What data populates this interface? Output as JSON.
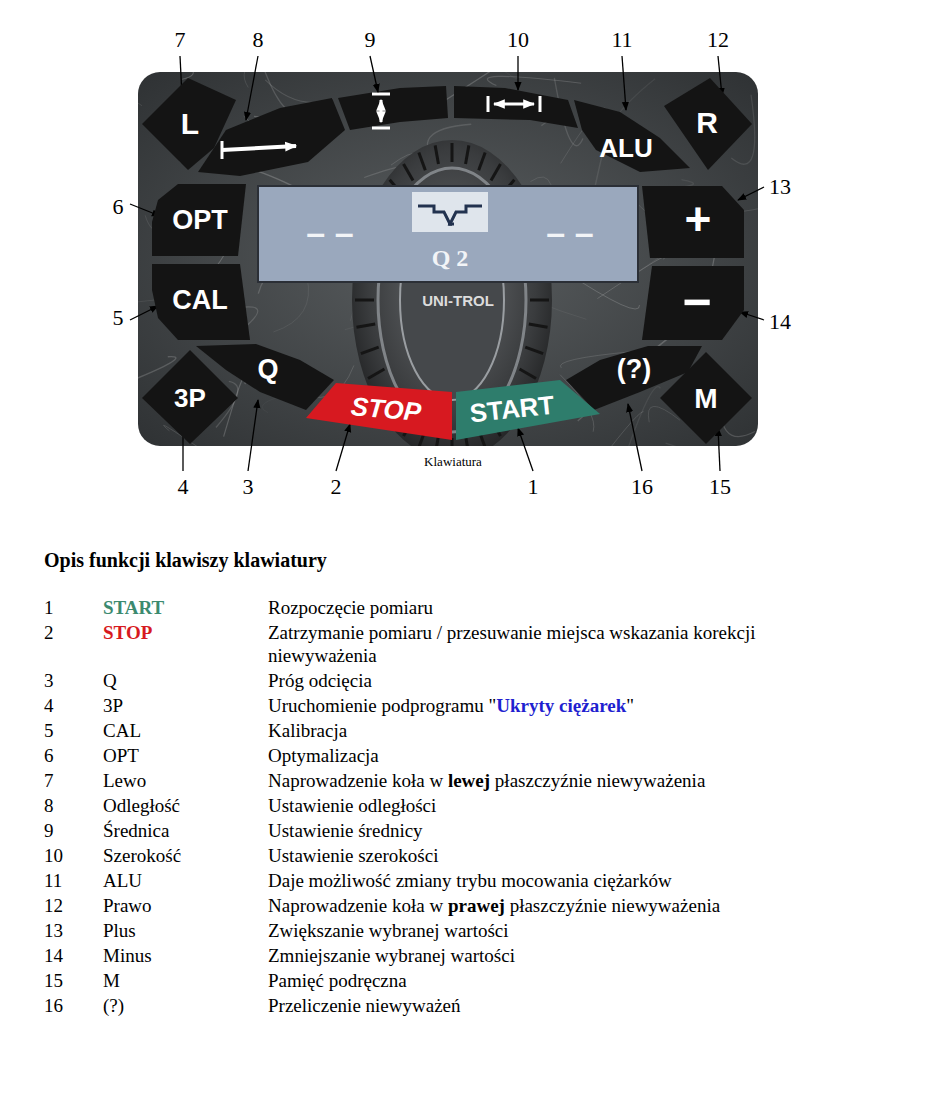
{
  "diagram": {
    "title": "Opis funkcji klawiszy klawiatury",
    "caption": "Klawiatura",
    "nodes": [
      {
        "text": [
          "L"
        ]
      },
      {
        "text": [
          "ALU"
        ]
      },
      {
        "text": [
          "R"
        ]
      },
      {
        "text": [
          "OPT"
        ]
      },
      {
        "text": [
          "– –",
          "– –",
          "Q 2"
        ]
      },
      {
        "text": [
          "+"
        ]
      },
      {
        "text": [
          "CAL"
        ]
      },
      {
        "text": [
          "−"
        ]
      },
      {
        "text": [
          "Q"
        ]
      },
      {
        "text": [
          "(?)"
        ]
      },
      {
        "text": [
          "3P"
        ]
      },
      {
        "text": [
          "STOP"
        ]
      },
      {
        "text": [
          "START"
        ]
      },
      {
        "text": [
          "M"
        ]
      }
    ],
    "labels": [
      "7",
      "8",
      "9",
      "10",
      "11",
      "12",
      "6",
      "13",
      "5",
      "14",
      "4",
      "3",
      "2",
      "1",
      "16",
      "15",
      "UNI-TROL",
      "1",
      "START",
      "Rozpoczęcie pomiaru",
      "2",
      "STOP",
      "Zatrzymanie pomiaru / przesuwanie miejsca wskazania korekcji niewyważenia",
      "3",
      "Q",
      "Próg odcięcia",
      "4",
      "3P",
      "Uruchomienie podprogramu \"",
      "Ukryty ciężarek",
      "\"",
      "5",
      "CAL",
      "Kalibracja",
      "6",
      "OPT",
      "Optymalizacja",
      "7",
      "Lewo",
      "Naprowadzenie koła w",
      "lewej",
      "płaszczyźnie niewyważenia",
      "8",
      "Odległość",
      "Ustawienie odległości",
      "9",
      "Średnica",
      "Ustawienie średnicy",
      "10",
      "Szerokość",
      "Ustawienie szerokości",
      "11",
      "ALU",
      "Daje możliwość zmiany trybu mocowania ciężarków",
      "12",
      "Prawo",
      "Naprowadzenie koła w",
      "prawej",
      "płaszczyźnie niewyważenia",
      "13",
      "Plus",
      "Zwiększanie wybranej wartości",
      "14",
      "Minus",
      "Zmniejszanie wybranej wartości",
      "15",
      "M",
      "Pamięć podręczna",
      "16",
      "(?)",
      "Przeliczenie niewyważeń"
    ]
  }
}
